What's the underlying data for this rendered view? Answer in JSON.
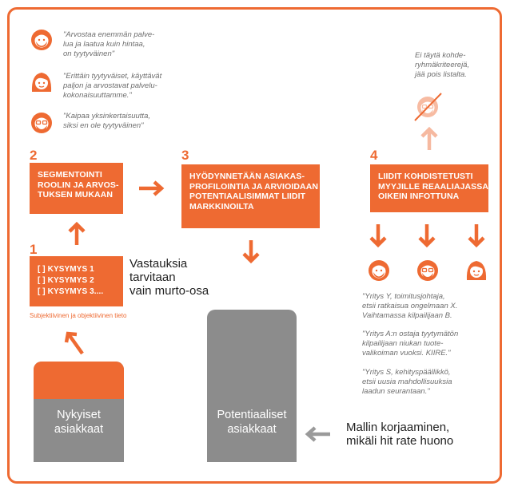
{
  "quotes_top": [
    {
      "lines": [
        "\"Arvostaa enemmän palve-",
        "lua ja laatua kuin hintaa,",
        "on tyytyväinen\""
      ]
    },
    {
      "lines": [
        "\"Erittäin tyytyväiset, käyttävät",
        "paljon ja arvostavat palvelu-",
        "kokonaisuuttamme.\""
      ]
    },
    {
      "lines": [
        "\"Kaipaa yksinkertaisuutta,",
        "siksi en ole tyytyväinen\""
      ]
    }
  ],
  "excluded_note": {
    "lines": [
      "Ei täytä kohde-",
      "ryhmäkriteerejä,",
      "jää pois listalta."
    ]
  },
  "steps": [
    {
      "number": "1",
      "lines": [
        "[ ] KYSYMYS 1",
        "[ ] KYSYMYS 2",
        "[ ] KYSYMYS 3...."
      ]
    },
    {
      "number": "2",
      "lines": [
        "SEGMENTOINTI",
        "ROOLIN JA ARVOS-",
        "TUKSEN MUKAAN"
      ]
    },
    {
      "number": "3",
      "lines": [
        "HYÖDYNNETÄÄN ASIAKAS-",
        "PROFILOINTIA JA ARVIOIDAAN",
        "POTENTIAALISIMMAT LIIDIT",
        "MARKKINOILTA"
      ]
    },
    {
      "number": "4",
      "lines": [
        "LIIDIT KOHDISTETUSTI",
        "MYYJILLE REAALIAJASSA,",
        "OIKEIN INFOTTUNA"
      ]
    }
  ],
  "answers_note": {
    "lines": [
      "Vastauksia",
      "tarvitaan",
      "vain murto-osa"
    ]
  },
  "info_label": "Subjektiivinen ja objektiivinen tieto",
  "bars": [
    {
      "lines": [
        "Nykyiset",
        "asiakkaat"
      ]
    },
    {
      "lines": [
        "Potentiaaliset",
        "asiakkaat"
      ]
    }
  ],
  "correction_note": {
    "lines": [
      "Mallin korjaaminen,",
      "mikäli hit rate huono"
    ]
  },
  "quotes_bottom": [
    {
      "lines": [
        "\"Yritys Y, toimitusjohtaja,",
        "etsii ratkaisua ongelmaan X.",
        "Vaihtamassa kilpailijaan B."
      ]
    },
    {
      "lines": [
        "\"Yritys A:n ostaja tyytymätön",
        "kilpailijaan niukan tuote-",
        "valikoiman vuoksi. KIIRE.\""
      ]
    },
    {
      "lines": [
        "\"Yritys S, kehityspäällikkö,",
        "etsii uusia mahdollisuuksia",
        "laadun seurantaan.\""
      ]
    }
  ],
  "colors": {
    "accent": "#ee6a32",
    "grey": "#8c8c8c",
    "quote_text": "#6e6e6e",
    "pale_accent": "#f6b9a0"
  }
}
